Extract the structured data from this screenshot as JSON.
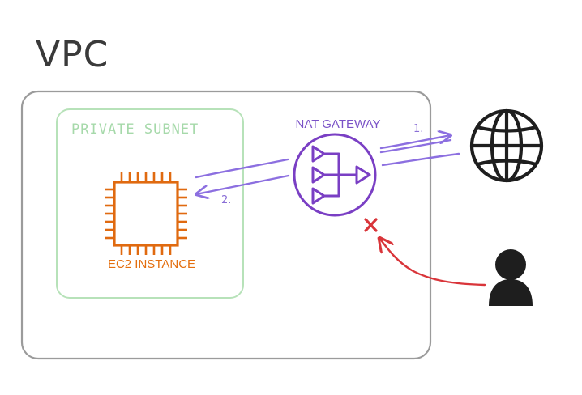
{
  "vpc": {
    "label": "VPC"
  },
  "subnet": {
    "label": "PRIVATE SUBNET"
  },
  "nat": {
    "label": "NAT GATEWAY"
  },
  "ec2": {
    "label": "EC2 INSTANCE"
  },
  "steps": {
    "outbound": "1.",
    "return": "2."
  },
  "icons": {
    "internet": "globe-icon",
    "user": "user-icon",
    "blocked": "x-mark-icon"
  },
  "colors": {
    "vpc_border": "#9b9b9b",
    "subnet_border": "#b7e2b9",
    "nat": "#7a3fc4",
    "ec2": "#e06a10",
    "flow": "#8c6fe0",
    "blocked": "#d9353a",
    "dark": "#1e1e1e"
  }
}
